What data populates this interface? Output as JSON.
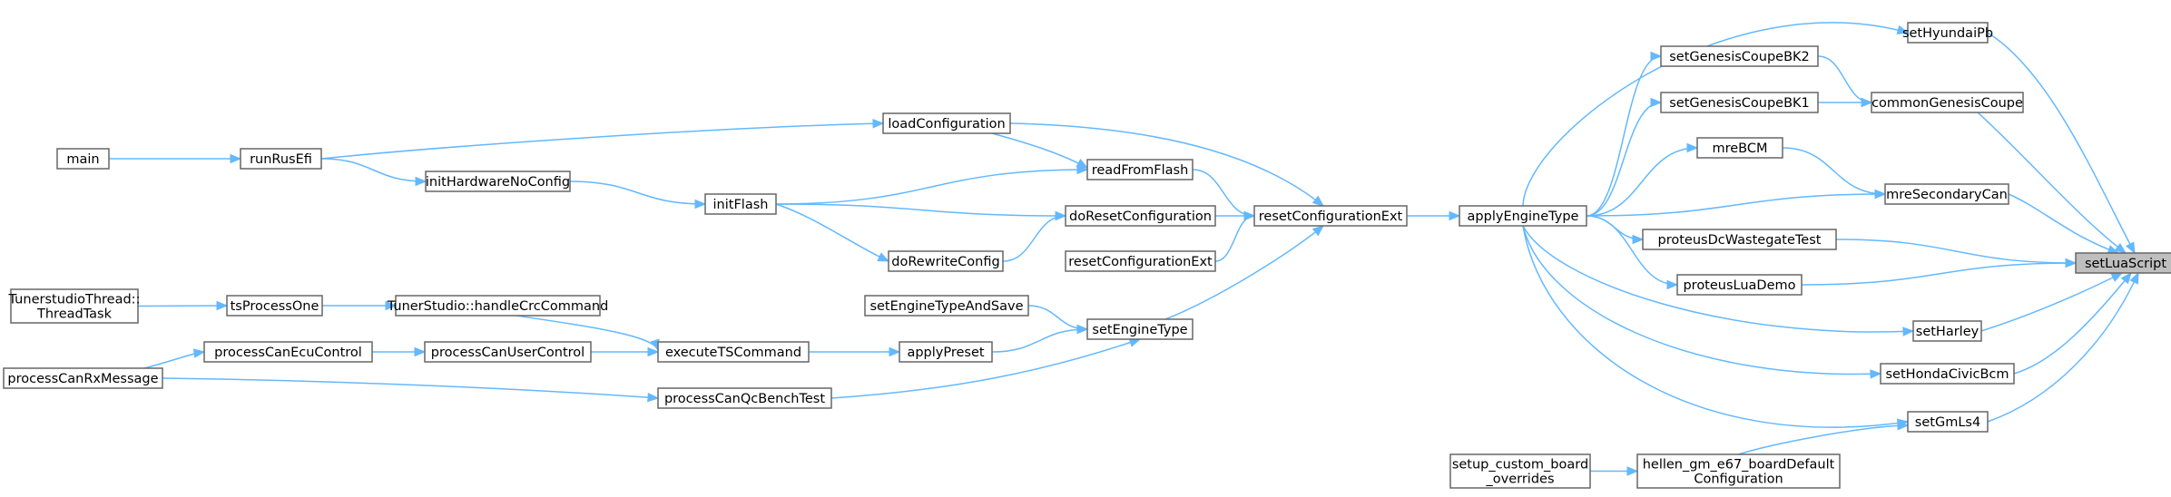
{
  "diagram": {
    "type": "call-graph",
    "nodes": {
      "setLuaScript": [
        "setLuaScript"
      ],
      "setHyundaiPb": [
        "setHyundaiPb"
      ],
      "commonGenesisCoupe": [
        "commonGenesisCoupe"
      ],
      "mreSecondaryCan": [
        "mreSecondaryCan"
      ],
      "setHarley": [
        "setHarley"
      ],
      "setHondaCivicBcm": [
        "setHondaCivicBcm"
      ],
      "setGmLs4": [
        "setGmLs4"
      ],
      "setGenesisCoupeBK2": [
        "setGenesisCoupeBK2"
      ],
      "setGenesisCoupeBK1": [
        "setGenesisCoupeBK1"
      ],
      "mreBCM": [
        "mreBCM"
      ],
      "proteusDcWastegateTest": [
        "proteusDcWastegateTest"
      ],
      "proteusLuaDemo": [
        "proteusLuaDemo"
      ],
      "hellen": [
        "hellen_gm_e67_boardDefault",
        "Configuration"
      ],
      "setupCustom": [
        "setup_custom_board",
        "_overrides"
      ],
      "applyEngineType": [
        "applyEngineType"
      ],
      "resetConfigurationExt": [
        "resetConfigurationExt"
      ],
      "loadConfiguration": [
        "loadConfiguration"
      ],
      "readFromFlash": [
        "readFromFlash"
      ],
      "doResetConfiguration": [
        "doResetConfiguration"
      ],
      "resetConfigurationExt2": [
        "resetConfigurationExt"
      ],
      "setEngineType": [
        "setEngineType"
      ],
      "setEngineTypeAndSave": [
        "setEngineTypeAndSave"
      ],
      "applyPreset": [
        "applyPreset"
      ],
      "doRewriteConfig": [
        "doRewriteConfig"
      ],
      "initFlash": [
        "initFlash"
      ],
      "initHardwareNoConfig": [
        "initHardwareNoConfig"
      ],
      "runRusEfi": [
        "runRusEfi"
      ],
      "main": [
        "main"
      ],
      "executeTSCommand": [
        "executeTSCommand"
      ],
      "processCanQcBenchTest": [
        "processCanQcBenchTest"
      ],
      "handleCrc": [
        "TunerStudio::handleCrcCommand"
      ],
      "processCanUserControl": [
        "processCanUserControl"
      ],
      "tsProcessOne": [
        "tsProcessOne"
      ],
      "processCanEcuControl": [
        "processCanEcuControl"
      ],
      "threadTask": [
        "TunerstudioThread::",
        "ThreadTask"
      ],
      "processCanRxMessage": [
        "processCanRxMessage"
      ]
    },
    "root": "setLuaScript",
    "edges": [
      [
        "setHyundaiPb",
        "setLuaScript"
      ],
      [
        "commonGenesisCoupe",
        "setLuaScript"
      ],
      [
        "mreSecondaryCan",
        "setLuaScript"
      ],
      [
        "proteusDcWastegateTest",
        "setLuaScript"
      ],
      [
        "proteusLuaDemo",
        "setLuaScript"
      ],
      [
        "setHarley",
        "setLuaScript"
      ],
      [
        "setHondaCivicBcm",
        "setLuaScript"
      ],
      [
        "setGmLs4",
        "setLuaScript"
      ],
      [
        "setGenesisCoupeBK2",
        "commonGenesisCoupe"
      ],
      [
        "setGenesisCoupeBK1",
        "commonGenesisCoupe"
      ],
      [
        "mreBCM",
        "mreSecondaryCan"
      ],
      [
        "hellen",
        "setGmLs4"
      ],
      [
        "setupCustom",
        "hellen"
      ],
      [
        "applyEngineType",
        "setHyundaiPb"
      ],
      [
        "applyEngineType",
        "setGenesisCoupeBK2"
      ],
      [
        "applyEngineType",
        "setGenesisCoupeBK1"
      ],
      [
        "applyEngineType",
        "mreBCM"
      ],
      [
        "applyEngineType",
        "mreSecondaryCan"
      ],
      [
        "applyEngineType",
        "proteusDcWastegateTest"
      ],
      [
        "applyEngineType",
        "proteusLuaDemo"
      ],
      [
        "applyEngineType",
        "setHarley"
      ],
      [
        "applyEngineType",
        "setHondaCivicBcm"
      ],
      [
        "applyEngineType",
        "setGmLs4"
      ],
      [
        "resetConfigurationExt",
        "applyEngineType"
      ],
      [
        "loadConfiguration",
        "resetConfigurationExt"
      ],
      [
        "readFromFlash",
        "resetConfigurationExt"
      ],
      [
        "doResetConfiguration",
        "resetConfigurationExt"
      ],
      [
        "resetConfigurationExt2",
        "resetConfigurationExt"
      ],
      [
        "setEngineType",
        "resetConfigurationExt"
      ],
      [
        "runRusEfi",
        "loadConfiguration"
      ],
      [
        "loadConfiguration",
        "readFromFlash"
      ],
      [
        "initFlash",
        "readFromFlash"
      ],
      [
        "initFlash",
        "doResetConfiguration"
      ],
      [
        "doRewriteConfig",
        "doResetConfiguration"
      ],
      [
        "initFlash",
        "doRewriteConfig"
      ],
      [
        "setEngineTypeAndSave",
        "setEngineType"
      ],
      [
        "applyPreset",
        "setEngineType"
      ],
      [
        "processCanQcBenchTest",
        "setEngineType"
      ],
      [
        "executeTSCommand",
        "applyPreset"
      ],
      [
        "initHardwareNoConfig",
        "initFlash"
      ],
      [
        "runRusEfi",
        "initHardwareNoConfig"
      ],
      [
        "main",
        "runRusEfi"
      ],
      [
        "handleCrc",
        "executeTSCommand"
      ],
      [
        "processCanUserControl",
        "executeTSCommand"
      ],
      [
        "tsProcessOne",
        "handleCrc"
      ],
      [
        "processCanEcuControl",
        "processCanUserControl"
      ],
      [
        "threadTask",
        "tsProcessOne"
      ],
      [
        "processCanRxMessage",
        "processCanEcuControl"
      ],
      [
        "processCanRxMessage",
        "processCanQcBenchTest"
      ]
    ]
  }
}
